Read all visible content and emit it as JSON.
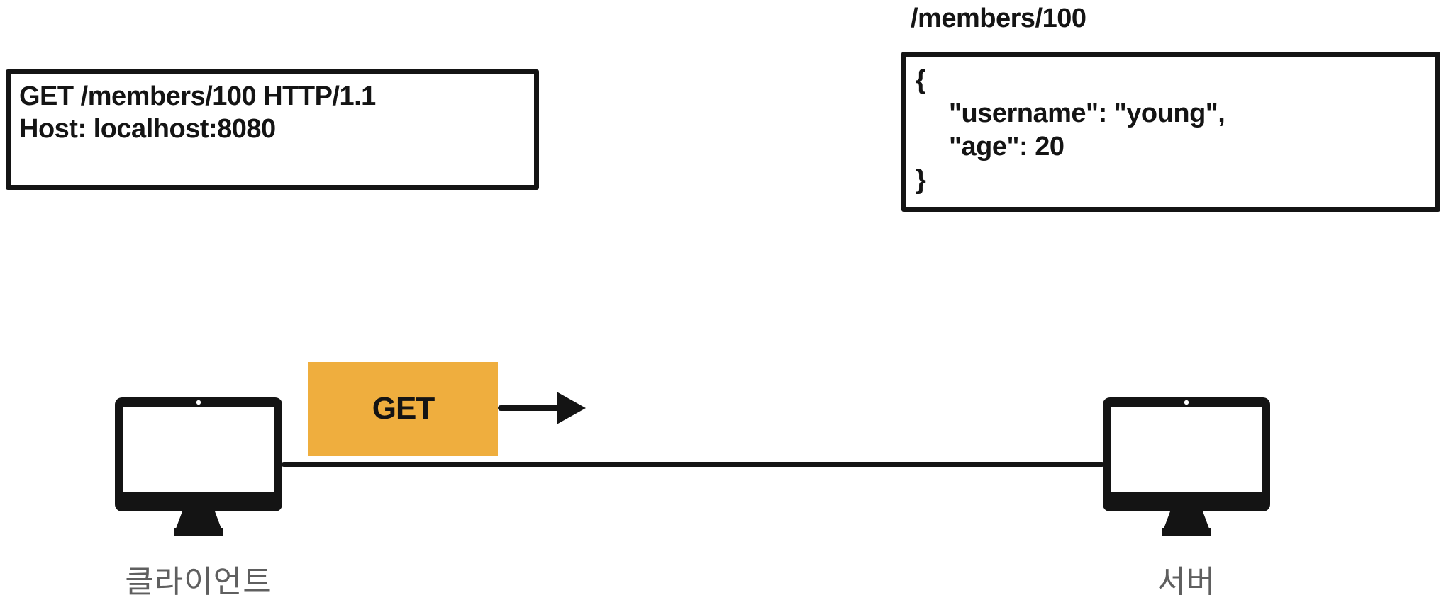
{
  "request_box": {
    "line1": "GET /members/100 HTTP/1.1",
    "line2": "Host: localhost:8080"
  },
  "response": {
    "label": "/members/100",
    "json_lines": [
      "{",
      "\"username\": \"young\",",
      "\"age\": 20",
      "}"
    ]
  },
  "message": {
    "method_label": "GET"
  },
  "nodes": {
    "client_label": "클라이언트",
    "server_label": "서버"
  },
  "icons": {
    "arrow": "right-arrow-icon",
    "client": "client-monitor-icon",
    "server": "server-monitor-icon"
  },
  "colors": {
    "accent_orange": "#EFAE3E",
    "label_gray": "#5F5F5F",
    "ink_black": "#141414"
  }
}
